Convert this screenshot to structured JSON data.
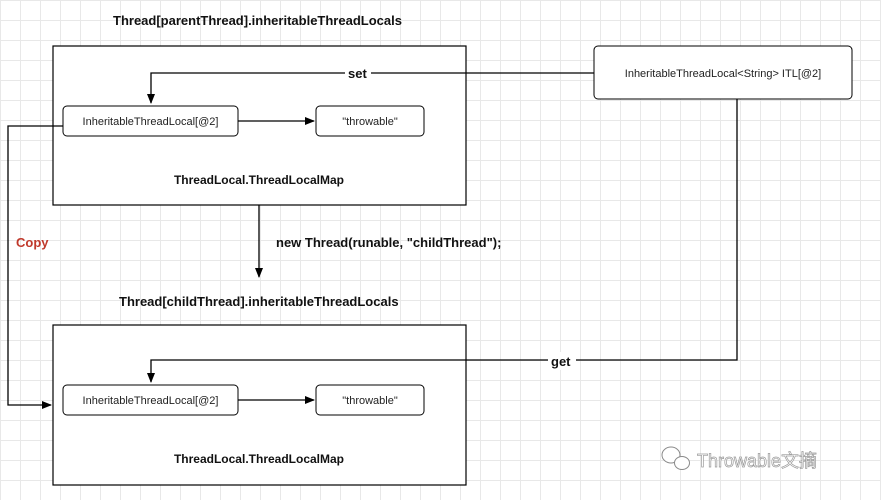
{
  "parent": {
    "title": "Thread[parentThread].inheritableThreadLocals",
    "entry_key": "InheritableThreadLocal[@2]",
    "entry_value": "\"throwable\"",
    "map_label": "ThreadLocal.ThreadLocalMap"
  },
  "child": {
    "title": "Thread[childThread].inheritableThreadLocals",
    "entry_key": "InheritableThreadLocal[@2]",
    "entry_value": "\"throwable\"",
    "map_label": "ThreadLocal.ThreadLocalMap"
  },
  "itl_node": {
    "label": "InheritableThreadLocal<String> ITL[@2]"
  },
  "edges": {
    "set_label": "set",
    "get_label": "get",
    "new_thread_label": "new Thread(runable, \"childThread\");",
    "copy_label": "Copy"
  },
  "watermark": {
    "text": "Throwable文摘"
  },
  "colors": {
    "copy_label": "#c0392b",
    "grid": "#e8e8e8",
    "stroke": "#000000"
  }
}
